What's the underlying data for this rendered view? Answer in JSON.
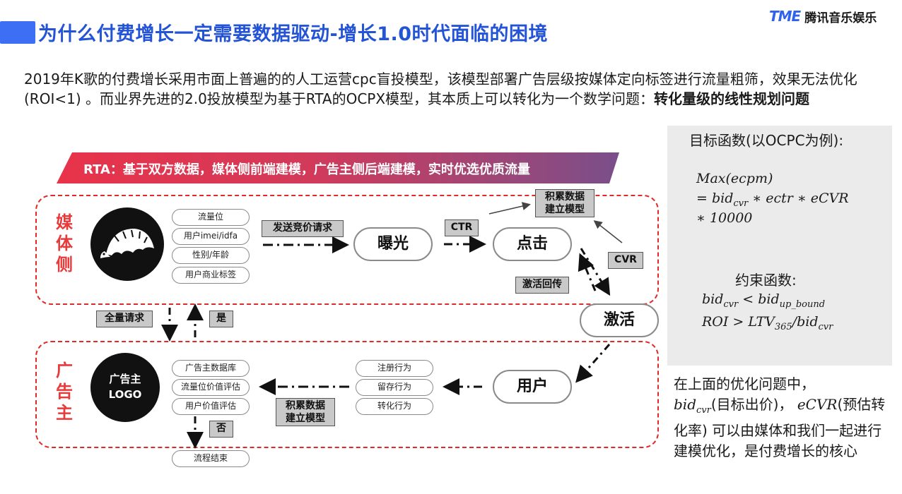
{
  "header": {
    "title": "为什么付费增长一定需要数据驱动-增长1.0时代面临的困境",
    "brand_logo": "TME",
    "brand_name": "腾讯音乐娱乐"
  },
  "intro": {
    "text": "2019年K歌的付费增长采用市面上普遍的的人工运营cpc盲投模型，该模型部署广告层级按媒体定向标签进行流量粗筛，效果无法优化(ROI<1) 。而业界先进的2.0投放模型为基于RTA的OCPX模型，其本质上可以转化为一个数学问题：",
    "bold": "转化量级的线性规划问题"
  },
  "panel": {
    "objective_title": "目标函数(以OCPC为例):",
    "obj_line1": "Max(ecpm)",
    "obj_line2_a": "= bid",
    "obj_line2_sub": "cvr",
    "obj_line2_b": " ∗ ectr ∗ eCVR",
    "obj_line3": "∗ 10000",
    "constraint_title": "约束函数:",
    "c1_a": "bid",
    "c1_sub1": "cvr",
    "c1_b": " < bid",
    "c1_sub2": "up_bound",
    "c2_a": "ROI > LTV",
    "c2_sub1": "365",
    "c2_b": "/bid",
    "c2_sub2": "cvr"
  },
  "note": {
    "p1": "在上面的优化问题中，",
    "m1": "bid",
    "m1_sub": "cvr",
    "p2": "(目标出价)，",
    "m2": "eCVR",
    "p3": "(预估转化率) 可以由媒体和我们一起进行建模优化，是付费增长的核心"
  },
  "diagram": {
    "banner": "RTA：基于双方数据，媒体侧前端建模，广告主侧后端建模，实时优选优质流量",
    "media_label": "媒体侧",
    "ad_label": "广告主",
    "ad_logo_line1": "广告主",
    "ad_logo_line2": "LOGO",
    "media_features": [
      "流量位",
      "用户imei/idfa",
      "性别/年龄",
      "用户商业标签"
    ],
    "ad_features": [
      "广告主数据库",
      "流量位价值评估",
      "用户价值评估"
    ],
    "behaviors": [
      "注册行为",
      "留存行为",
      "转化行为"
    ],
    "end": "流程结束",
    "nodes": {
      "exposure": "曝光",
      "click": "点击",
      "activate": "激活",
      "user": "用户"
    },
    "tags": {
      "bid_request": "发送竞价请求",
      "ctr": "CTR",
      "cvr": "CVR",
      "accum_top": "积累数据\n建立模型",
      "callback": "激活回传",
      "full_request": "全量请求",
      "yes": "是",
      "no": "否",
      "accum_bottom": "积累数据\n建立模型"
    }
  }
}
